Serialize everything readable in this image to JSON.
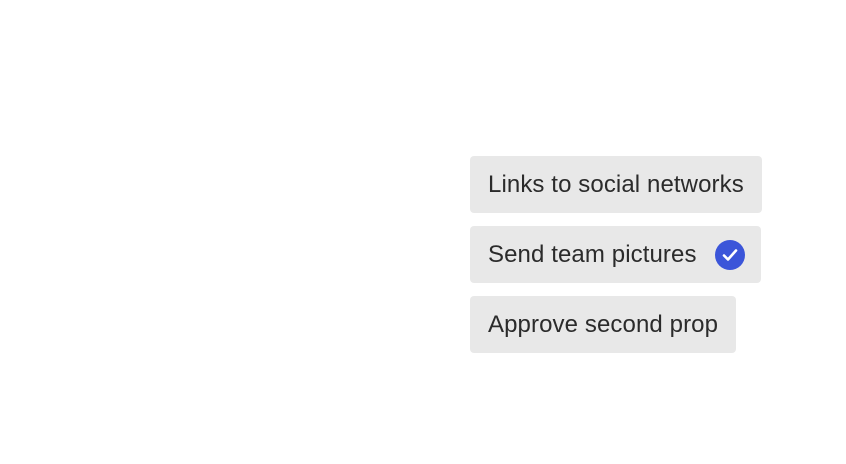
{
  "colors": {
    "chip_background": "#e8e8e8",
    "chip_text": "#2b2b2b",
    "check_accent": "#3b55d9"
  },
  "chips": [
    {
      "label": "Links to social networks",
      "selected": false
    },
    {
      "label": "Send team pictures",
      "selected": true,
      "icon": "check-circle-icon"
    },
    {
      "label": "Approve second prop",
      "selected": false
    }
  ]
}
